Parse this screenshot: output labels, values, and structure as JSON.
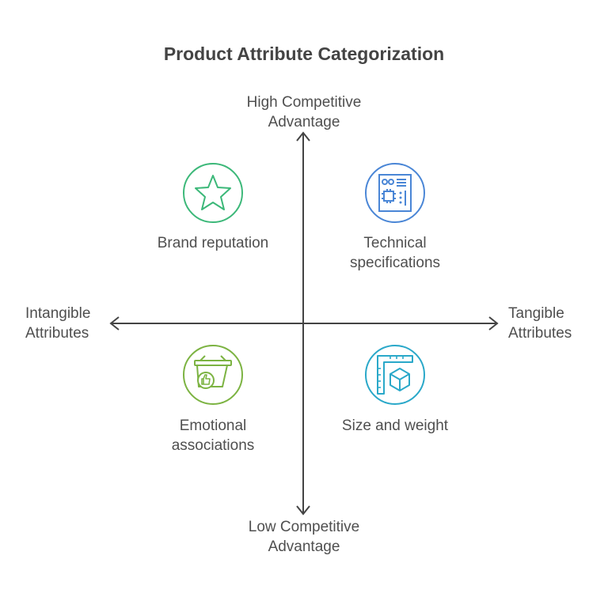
{
  "title": "Product Attribute Categorization",
  "axes": {
    "top": [
      "High Competitive",
      "Advantage"
    ],
    "bottom": [
      "Low Competitive",
      "Advantage"
    ],
    "left": [
      "Intangible",
      "Attributes"
    ],
    "right": [
      "Tangible",
      "Attributes"
    ]
  },
  "quadrants": [
    {
      "label": [
        "Brand reputation"
      ],
      "icon": "star-icon",
      "color": "#3cb879"
    },
    {
      "label": [
        "Technical",
        "specifications"
      ],
      "icon": "circuit-board-icon",
      "color": "#4a86d6"
    },
    {
      "label": [
        "Emotional",
        "associations"
      ],
      "icon": "basket-thumbs-up-icon",
      "color": "#7cb342"
    },
    {
      "label": [
        "Size and weight"
      ],
      "icon": "ruler-cube-icon",
      "color": "#2aa8c9"
    }
  ]
}
